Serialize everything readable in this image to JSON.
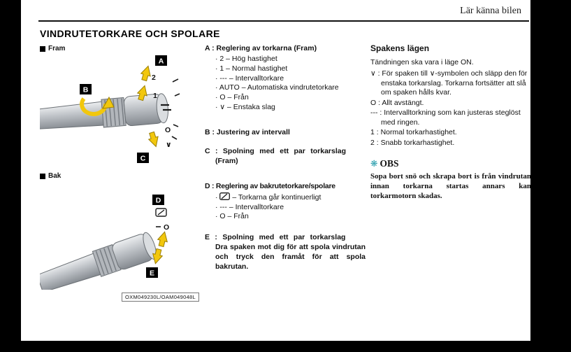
{
  "page": {
    "header": "Lär känna bilen",
    "title": "VINDRUTETORKARE OCH SPOLARE"
  },
  "figures": {
    "front_label": "Fram",
    "rear_label": "Bak",
    "caption": "OXM049230L/OAM049048L",
    "front_markings": {
      "a": "A",
      "b": "B",
      "c": "C",
      "speed2": "2",
      "speed1": "1",
      "off": "O",
      "single": "∨"
    },
    "rear_markings": {
      "d": "D",
      "e": "E",
      "off": "O"
    }
  },
  "middle": {
    "section_a": {
      "heading": "A : Reglering av torkarna (Fram)",
      "items": [
        "2 – Hög hastighet",
        "1 – Normal hastighet",
        "--- – Intervalltorkare",
        "AUTO – Automatiska vindrutetorkare",
        "O – Från",
        "∨ – Enstaka slag"
      ]
    },
    "section_b": {
      "heading": "B : Justering av intervall"
    },
    "section_c": {
      "heading": "C : Spolning med ett par torkarslag",
      "heading2": "(Fram)"
    },
    "section_d": {
      "heading": "D : Reglering av bakrutetorkare/spolare",
      "items": [
        "– Torkarna går kontinuerligt",
        "--- – Intervalltorkare",
        "O – Från"
      ]
    },
    "section_e": {
      "heading": "E : Spolning med ett par torkarslag",
      "body": "Dra spaken mot dig för att spola vindrutan och tryck den framåt för att spola bakrutan."
    }
  },
  "right": {
    "heading": "Spakens lägen",
    "intro": "Tändningen ska vara i läge ON.",
    "entries": [
      "∨ : För spaken till ∨-symbolen och släpp den för enstaka torkarslag. Torkarna fortsätter att slå om spaken hålls kvar.",
      "O : Allt avstängt.",
      "--- : Intervalltorkning som kan justeras steglöst med ringen.",
      "1 : Normal torkarhastighet.",
      "2 : Snabb torkarhastighet."
    ],
    "obs": {
      "symbol": "❋",
      "label": "OBS",
      "note": "Sopa bort snö och skrapa bort is från vindrutan innan torkarna startas annars kan torkarmotorn skadas."
    }
  },
  "colors": {
    "obs_accent": "#2a9fae",
    "arrow_yellow": "#f2c70d"
  }
}
